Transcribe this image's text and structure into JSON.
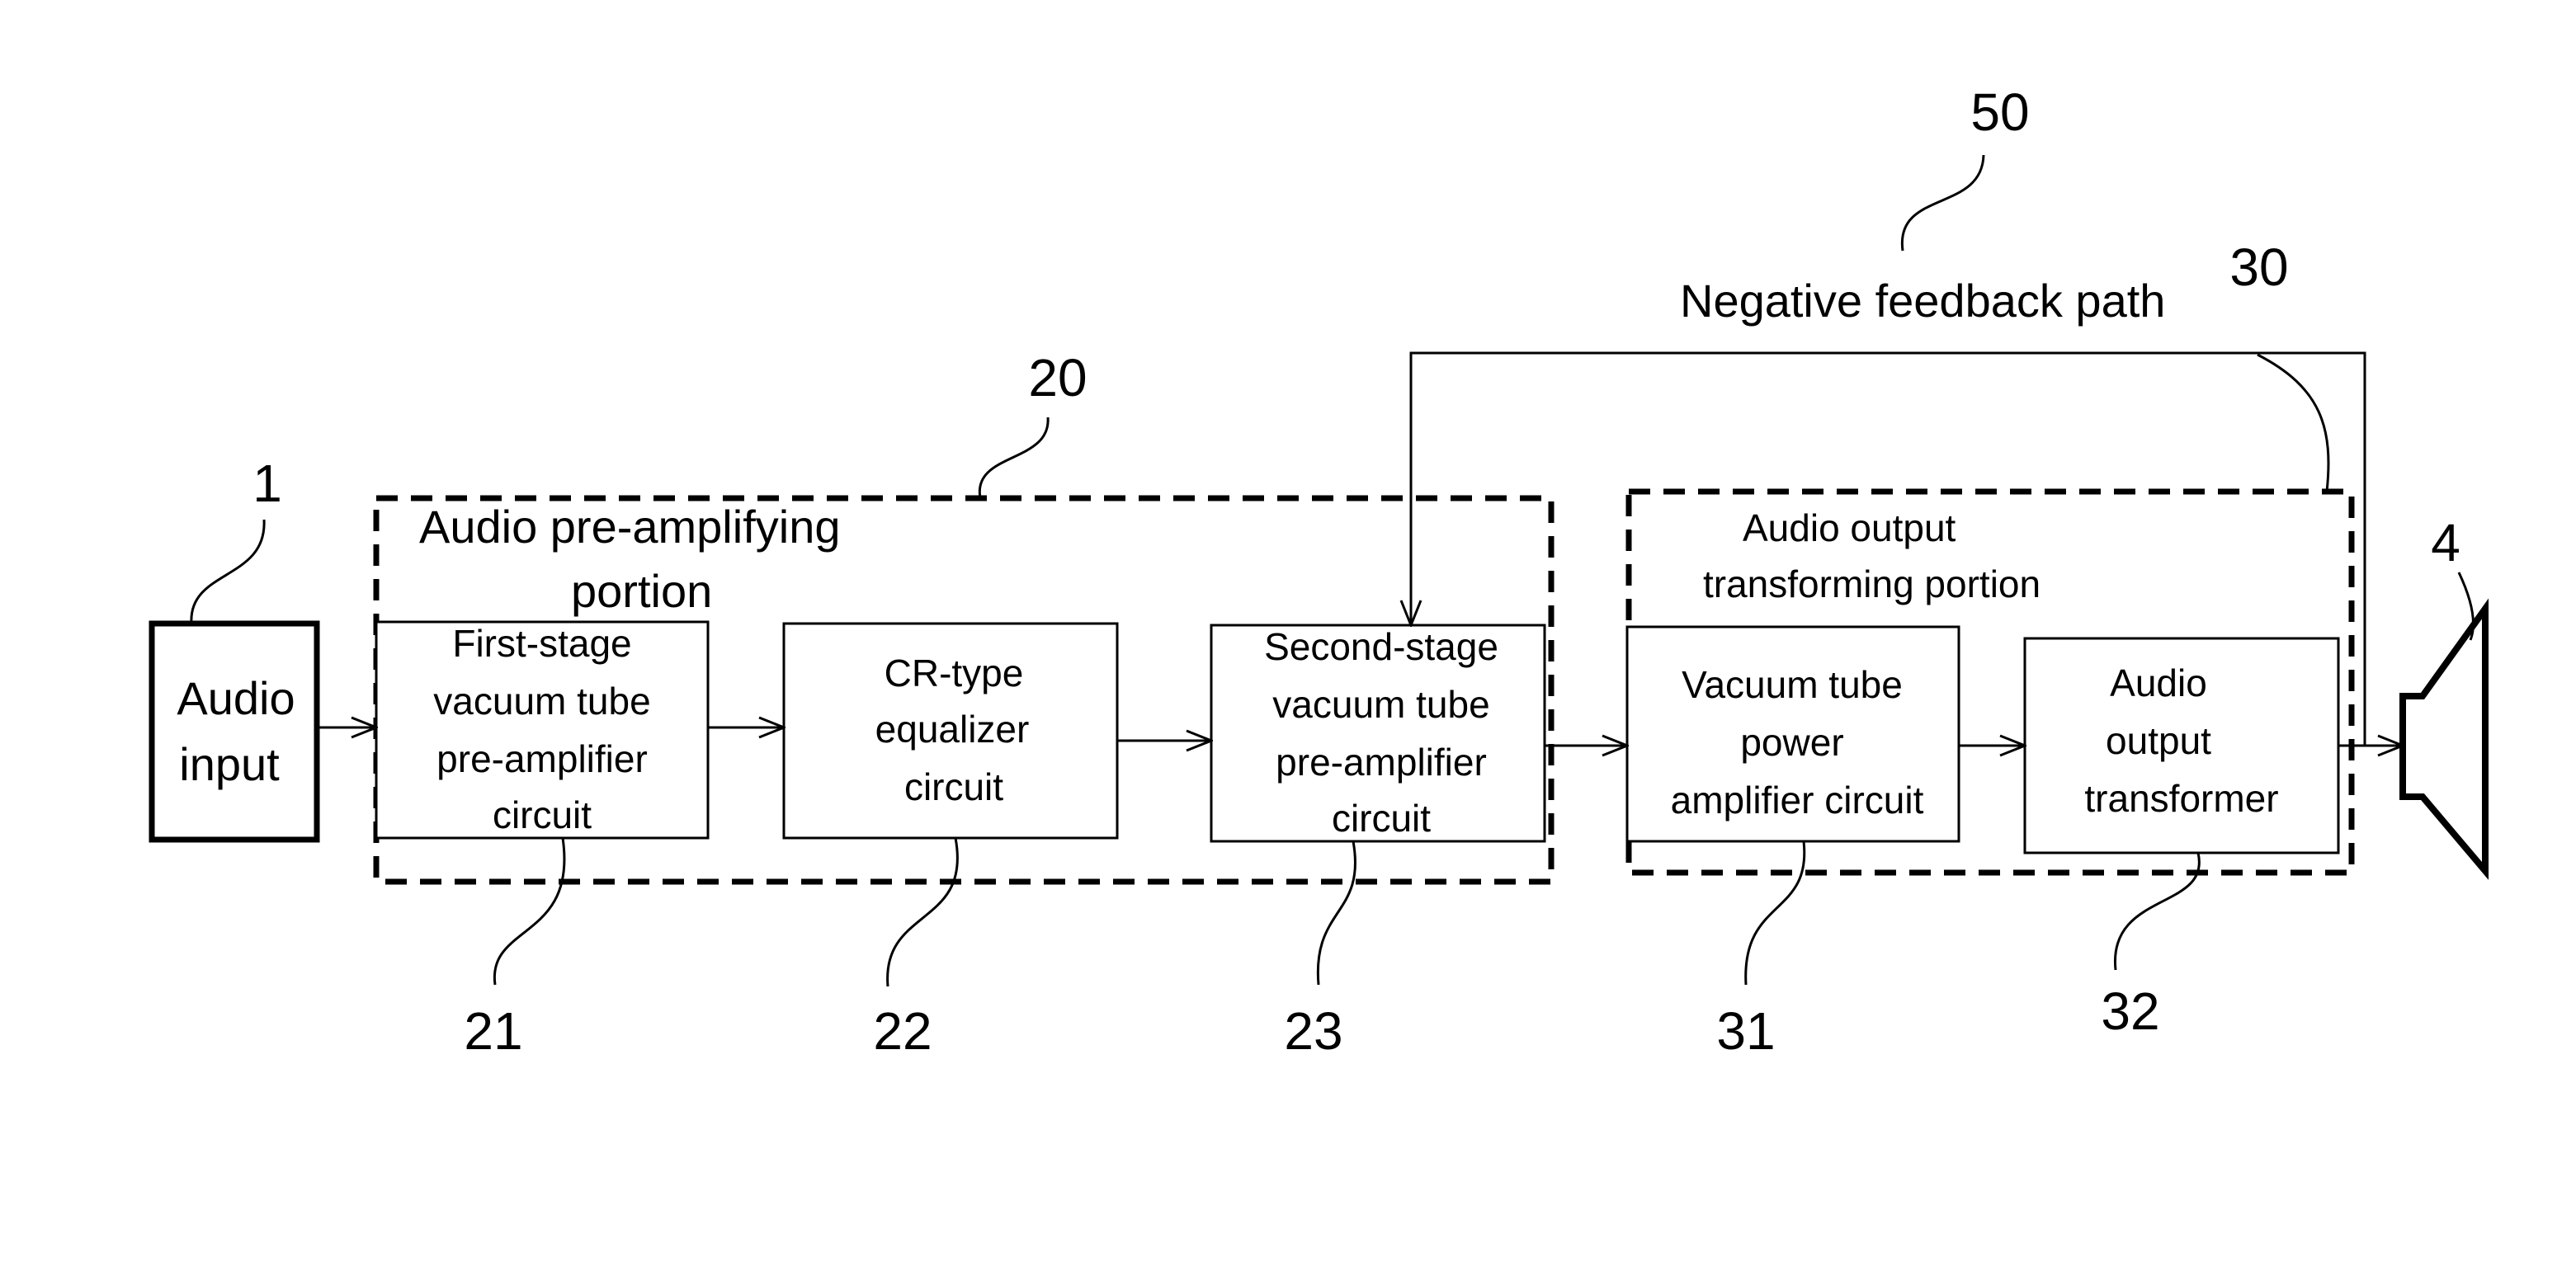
{
  "audio_input": {
    "line1": "Audio",
    "line2": "input"
  },
  "pre_portion": {
    "line1": "Audio pre-amplifying",
    "line2": "portion"
  },
  "out_portion": {
    "line1": "Audio output",
    "line2": "transforming portion"
  },
  "feedback": {
    "label": "Negative feedback path"
  },
  "blocks": [
    {
      "lines": [
        "First-stage",
        "vacuum tube",
        "pre-amplifier",
        "circuit"
      ]
    },
    {
      "lines": [
        "CR-type",
        "equalizer",
        "circuit"
      ]
    },
    {
      "lines": [
        "Second-stage",
        "vacuum tube",
        "pre-amplifier",
        "circuit"
      ]
    },
    {
      "lines": [
        "Vacuum tube",
        "power",
        "amplifier circuit"
      ]
    },
    {
      "lines": [
        "Audio",
        "output",
        "transformer"
      ]
    }
  ],
  "refs": {
    "r1": "1",
    "r4": "4",
    "r20": "20",
    "r21": "21",
    "r22": "22",
    "r23": "23",
    "r30": "30",
    "r31": "31",
    "r32": "32",
    "r50": "50"
  }
}
